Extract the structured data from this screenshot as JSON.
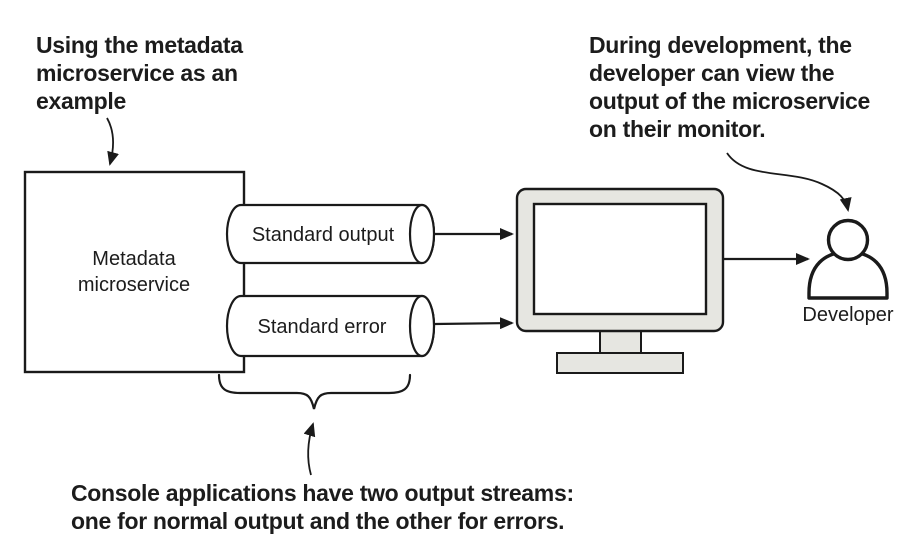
{
  "annotations": {
    "top_left": {
      "lines": [
        "Using the metadata",
        "microservice as an",
        "example"
      ]
    },
    "top_right": {
      "lines": [
        "During development, the",
        "developer can view the",
        "output of the microservice",
        "on their monitor."
      ]
    },
    "bottom": {
      "lines": [
        "Console applications have two output streams:",
        "one for normal output and the other for errors."
      ]
    }
  },
  "diagram": {
    "service_box": {
      "label_line1": "Metadata",
      "label_line2": "microservice"
    },
    "streams": [
      {
        "label": "Standard output"
      },
      {
        "label": "Standard error"
      }
    ],
    "monitor": {
      "name": "developer monitor"
    },
    "developer": {
      "label": "Developer"
    }
  },
  "colors": {
    "stroke": "#1a1a1a",
    "text": "#1c1c1c",
    "monitor_fill": "#e6e6e1",
    "background": "#ffffff"
  }
}
